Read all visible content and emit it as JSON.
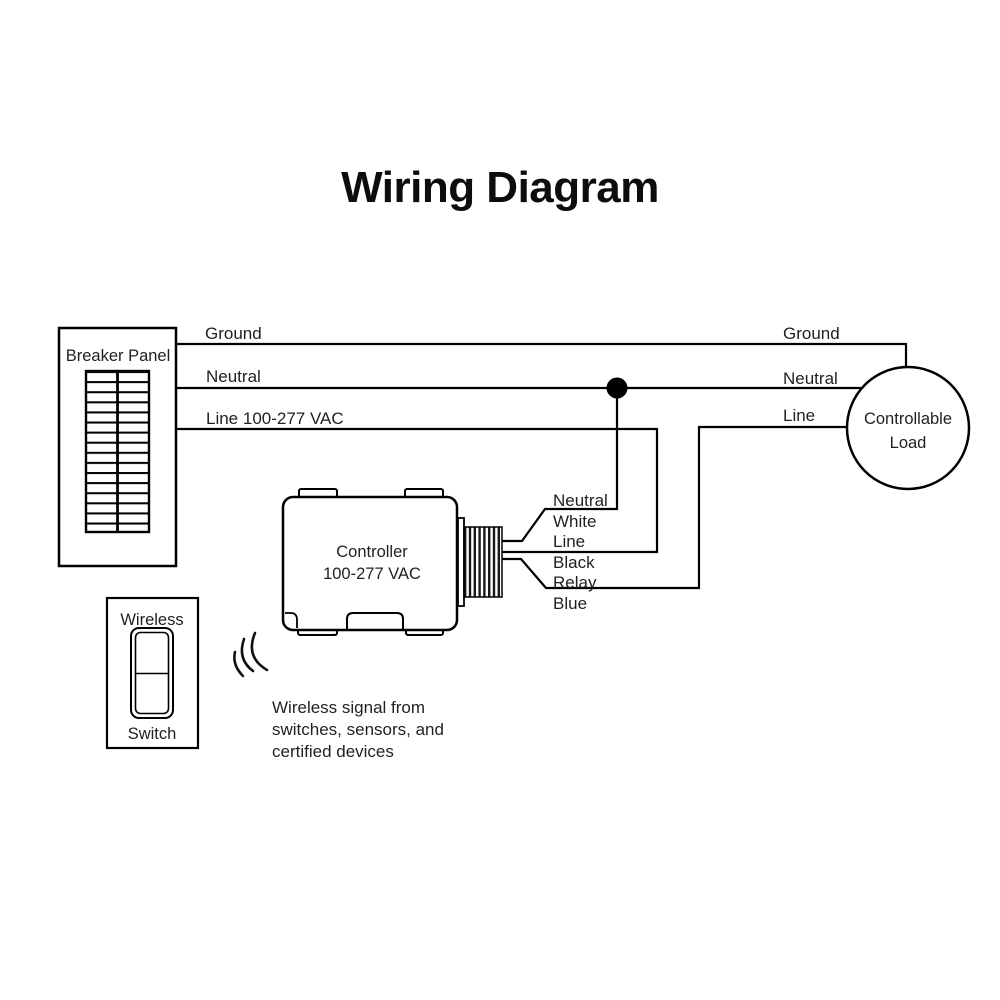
{
  "title": "Wiring Diagram",
  "breaker_panel": {
    "label": "Breaker Panel"
  },
  "wires_left": {
    "ground": "Ground",
    "neutral": "Neutral",
    "line": "Line 100-277 VAC"
  },
  "wires_right": {
    "ground": "Ground",
    "neutral": "Neutral",
    "line": "Line"
  },
  "controller": {
    "name": "Controller",
    "rating": "100-277 VAC"
  },
  "leads": {
    "neutral_name": "Neutral",
    "neutral_color": "White",
    "line_name": "Line",
    "line_color": "Black",
    "relay_name": "Relay",
    "relay_color": "Blue"
  },
  "load": {
    "line1": "Controllable",
    "line2": "Load"
  },
  "wireless_switch": {
    "top_label": "Wireless",
    "bottom_label": "Switch"
  },
  "note": {
    "line1": "Wireless signal from",
    "line2": "switches, sensors, and",
    "line3": "certified devices"
  },
  "colors": {
    "ink": "#000000",
    "label_text": "#231f20",
    "background": "#ffffff"
  }
}
